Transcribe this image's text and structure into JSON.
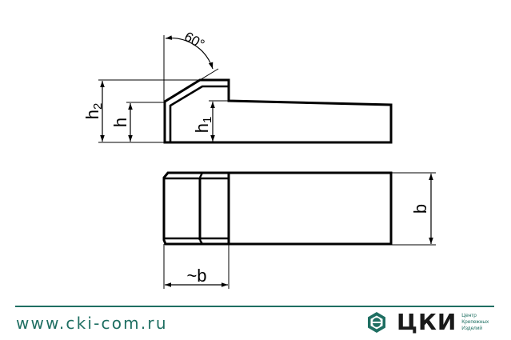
{
  "drawing": {
    "labels": {
      "angle": "60°",
      "h2": "h",
      "h2_sub": "2",
      "h": "h",
      "h1": "h",
      "h1_sub": "1",
      "b": "b",
      "approx_b": "~b"
    },
    "stroke_color": "#000000"
  },
  "footer": {
    "url": "www.cki-com.ru",
    "logo": {
      "word": "ЦКИ",
      "sub_lines": [
        "Центр",
        "Крепежных",
        "Изделий"
      ],
      "color": "#1f6f62"
    }
  }
}
